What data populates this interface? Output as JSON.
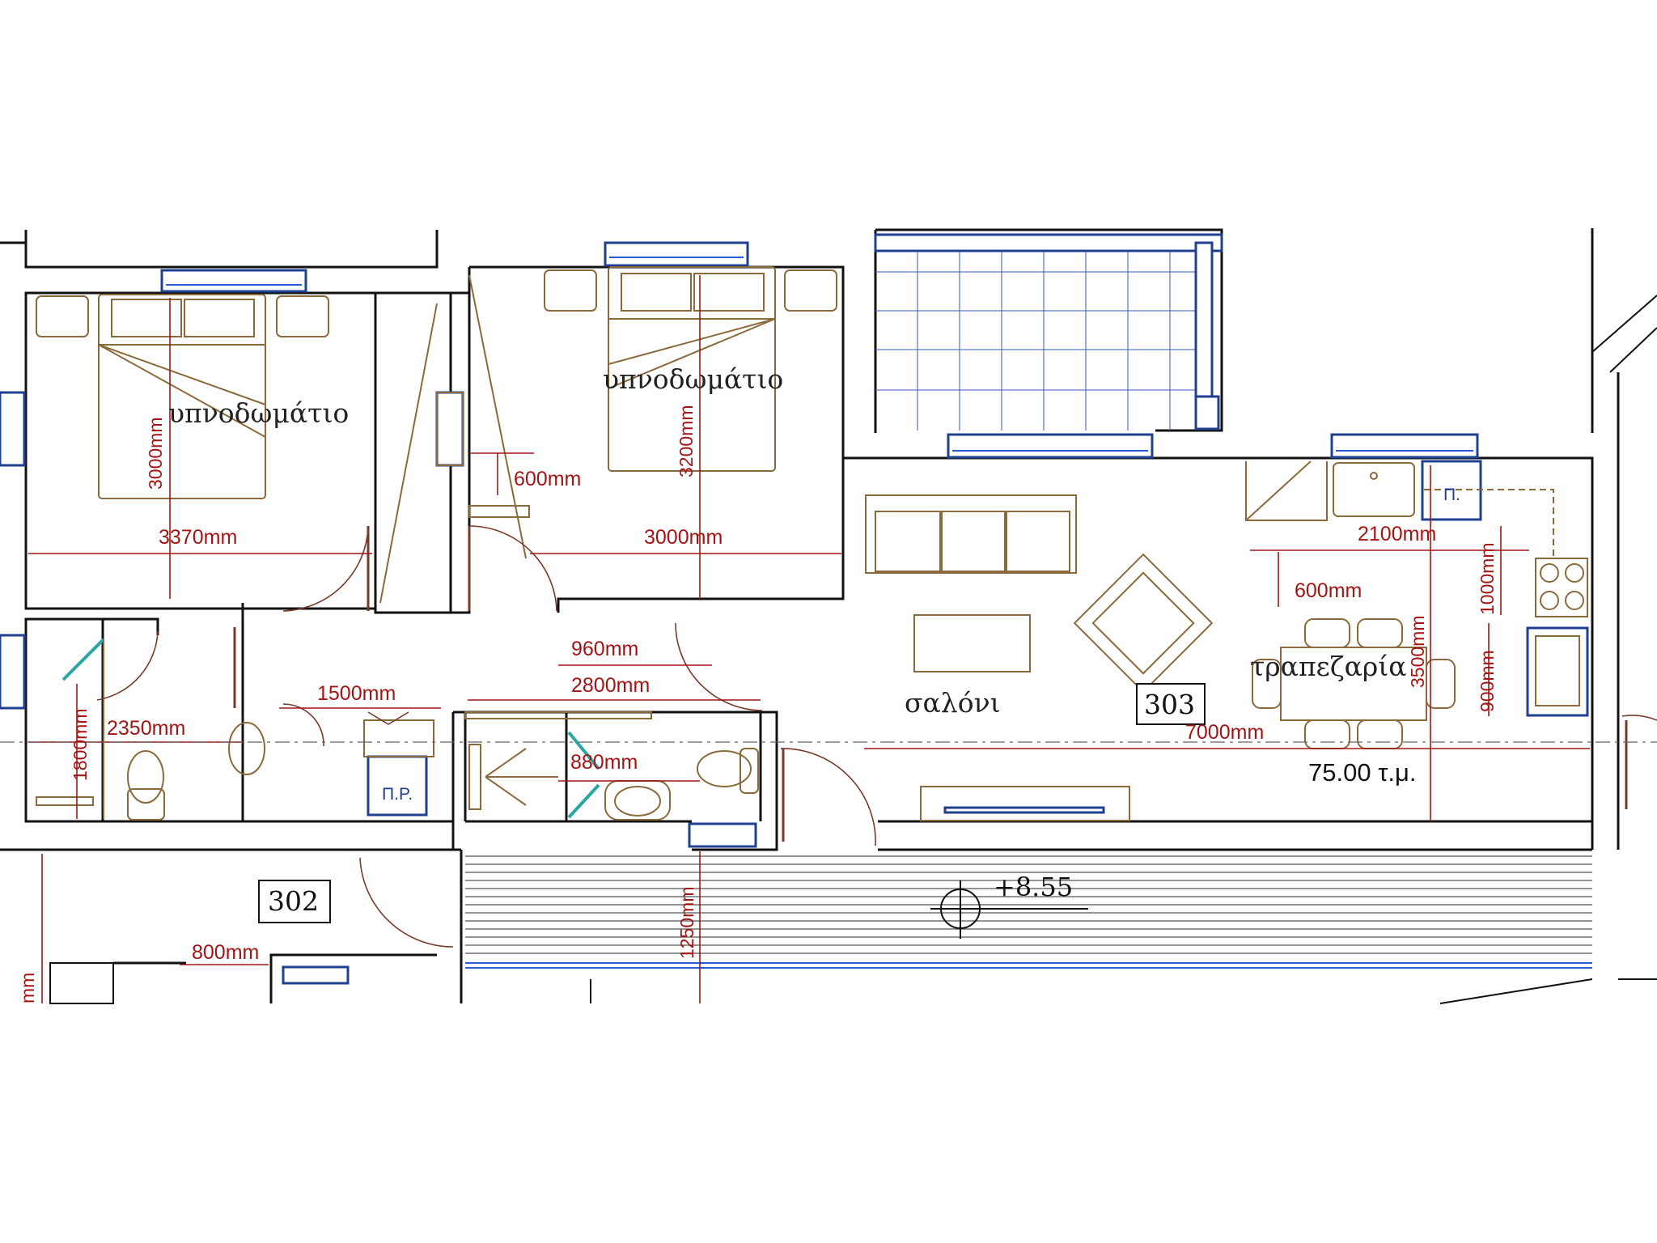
{
  "rooms": {
    "bedroom_left": "υπνοδωμάτιο",
    "bedroom_right": "υπνοδωμάτιο",
    "living": "σαλόνι",
    "dining": "τραπεζαρία"
  },
  "units": {
    "unit_303": "303",
    "unit_302": "302"
  },
  "area_label": "75.00 τ.μ.",
  "level_label": "+8.55",
  "fixtures": {
    "bath_tag_left": "Π.Ρ.",
    "kitchen_tag": "Π."
  },
  "dimensions": {
    "d3370": "3370mm",
    "d3000_bed1_v": "3000mm",
    "d600_closet": "600mm",
    "d3200_bed2_v": "3200mm",
    "d3000_bed2_h": "3000mm",
    "d960": "960mm",
    "d2800": "2800mm",
    "d1500": "1500mm",
    "d2350": "2350mm",
    "d1800": "1800mm",
    "d880": "880mm",
    "d2100": "2100mm",
    "d600_kitchen": "600mm",
    "d1000": "1000mm",
    "d900": "900mm",
    "d3500": "3500mm",
    "d7000": "7000mm",
    "d1250": "1250mm",
    "d800": "800mm",
    "d_edge": "mm"
  }
}
